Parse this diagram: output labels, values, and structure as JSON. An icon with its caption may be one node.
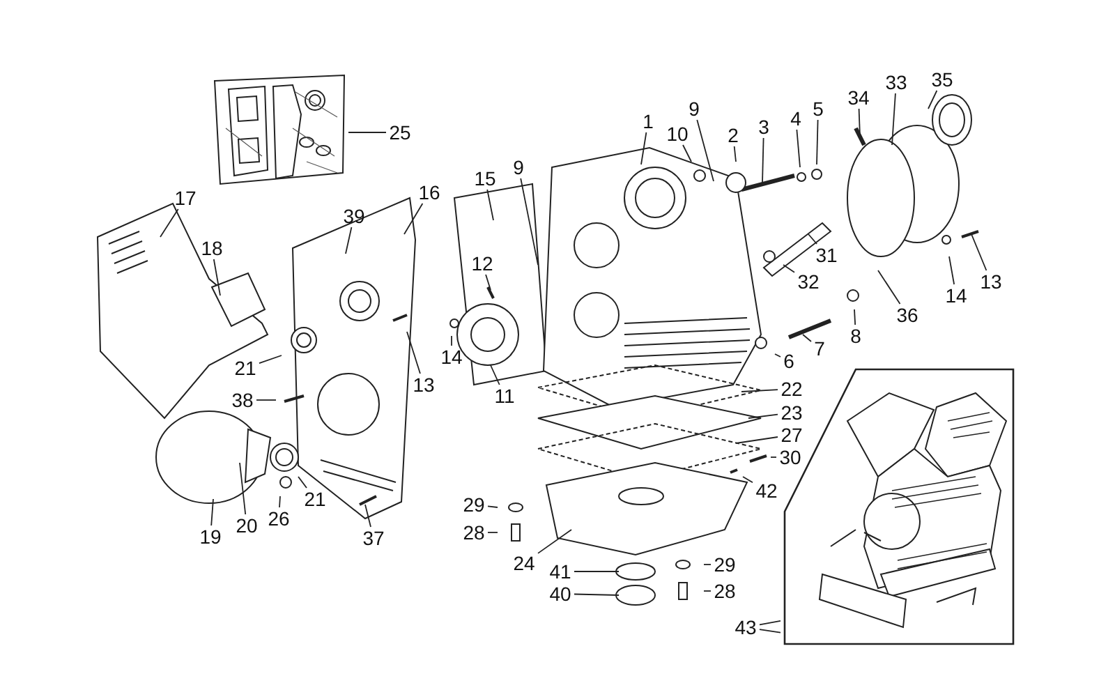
{
  "diagram": {
    "nodes": [
      {
        "text": [],
        "shape": "picture"
      },
      {
        "text": [
          "25"
        ]
      },
      {
        "text": [
          "1"
        ]
      },
      {
        "text": [
          "9"
        ]
      },
      {
        "text": [
          "10"
        ]
      },
      {
        "text": [
          "2"
        ]
      },
      {
        "text": [
          "3"
        ]
      },
      {
        "text": [
          "4"
        ]
      },
      {
        "text": [
          "5"
        ]
      },
      {
        "text": [
          "34"
        ]
      },
      {
        "text": [
          "33"
        ]
      },
      {
        "text": [
          "35"
        ]
      },
      {
        "text": [
          "17"
        ]
      },
      {
        "text": [
          "15"
        ]
      },
      {
        "text": [
          "16"
        ]
      },
      {
        "text": [
          "9"
        ]
      },
      {
        "text": [
          "39"
        ]
      },
      {
        "text": [
          "18"
        ]
      },
      {
        "text": [
          "12"
        ]
      },
      {
        "text": [
          "31"
        ]
      },
      {
        "text": [
          "32"
        ]
      },
      {
        "text": [
          "14"
        ]
      },
      {
        "text": [
          "13"
        ]
      },
      {
        "text": [
          "36"
        ]
      },
      {
        "text": [
          "8"
        ]
      },
      {
        "text": [
          "7"
        ]
      },
      {
        "text": [
          "6"
        ]
      },
      {
        "text": [
          "13"
        ]
      },
      {
        "text": [
          "14"
        ]
      },
      {
        "text": [
          "21"
        ]
      },
      {
        "text": [
          "11"
        ]
      },
      {
        "text": [
          "22"
        ]
      },
      {
        "text": [
          "38"
        ]
      },
      {
        "text": [
          "23"
        ]
      },
      {
        "text": [
          "27"
        ]
      },
      {
        "text": [
          "30"
        ]
      },
      {
        "text": [
          "42"
        ]
      },
      {
        "text": [
          "21"
        ]
      },
      {
        "text": [
          "29"
        ]
      },
      {
        "text": [
          "26"
        ]
      },
      {
        "text": [
          "20"
        ]
      },
      {
        "text": [
          "28"
        ]
      },
      {
        "text": [
          "19"
        ]
      },
      {
        "text": [
          "37"
        ]
      },
      {
        "text": [
          "24"
        ]
      },
      {
        "text": [
          "29"
        ]
      },
      {
        "text": [
          "41"
        ]
      },
      {
        "text": [
          "28"
        ]
      },
      {
        "text": [
          "40"
        ]
      },
      {
        "text": [
          "43"
        ]
      },
      {
        "text": [],
        "shape": "picture"
      }
    ],
    "edges": [
      {
        "from": 1,
        "to": 0,
        "arrow": "none"
      },
      {
        "from": 2,
        "to": null,
        "arrow": "none"
      },
      {
        "from": 3,
        "to": null,
        "arrow": "none"
      },
      {
        "from": 4,
        "to": null,
        "arrow": "none"
      },
      {
        "from": 5,
        "to": null,
        "arrow": "none"
      },
      {
        "from": 6,
        "to": null,
        "arrow": "none"
      },
      {
        "from": 7,
        "to": null,
        "arrow": "none"
      },
      {
        "from": 8,
        "to": null,
        "arrow": "none"
      },
      {
        "from": 9,
        "to": null,
        "arrow": "none"
      },
      {
        "from": 10,
        "to": null,
        "arrow": "none"
      },
      {
        "from": 11,
        "to": null,
        "arrow": "none"
      },
      {
        "from": 12,
        "to": null,
        "arrow": "none"
      },
      {
        "from": 13,
        "to": null,
        "arrow": "none"
      },
      {
        "from": 14,
        "to": null,
        "arrow": "none"
      },
      {
        "from": 15,
        "to": null,
        "arrow": "none"
      },
      {
        "from": 16,
        "to": null,
        "arrow": "none"
      },
      {
        "from": 17,
        "to": null,
        "arrow": "none"
      },
      {
        "from": 18,
        "to": null,
        "arrow": "none"
      },
      {
        "from": 19,
        "to": null,
        "arrow": "none"
      },
      {
        "from": 20,
        "to": null,
        "arrow": "none"
      },
      {
        "from": 21,
        "to": null,
        "arrow": "none"
      },
      {
        "from": 22,
        "to": null,
        "arrow": "none"
      },
      {
        "from": 23,
        "to": null,
        "arrow": "none"
      },
      {
        "from": 24,
        "to": null,
        "arrow": "none"
      },
      {
        "from": 25,
        "to": null,
        "arrow": "none"
      },
      {
        "from": 26,
        "to": null,
        "arrow": "none"
      },
      {
        "from": 27,
        "to": null,
        "arrow": "none"
      },
      {
        "from": 28,
        "to": null,
        "arrow": "none"
      },
      {
        "from": 29,
        "to": null,
        "arrow": "none"
      },
      {
        "from": 30,
        "to": null,
        "arrow": "none"
      },
      {
        "from": 31,
        "to": null,
        "arrow": "none"
      },
      {
        "from": 32,
        "to": null,
        "arrow": "none"
      },
      {
        "from": 33,
        "to": null,
        "arrow": "none"
      },
      {
        "from": 34,
        "to": null,
        "arrow": "none"
      },
      {
        "from": 35,
        "to": null,
        "arrow": "none"
      },
      {
        "from": 36,
        "to": null,
        "arrow": "none"
      },
      {
        "from": 37,
        "to": null,
        "arrow": "none"
      },
      {
        "from": 38,
        "to": null,
        "arrow": "none"
      },
      {
        "from": 39,
        "to": null,
        "arrow": "none"
      },
      {
        "from": 40,
        "to": null,
        "arrow": "none"
      },
      {
        "from": 41,
        "to": null,
        "arrow": "none"
      },
      {
        "from": 42,
        "to": null,
        "arrow": "none"
      },
      {
        "from": 43,
        "to": null,
        "arrow": "none"
      },
      {
        "from": 44,
        "to": null,
        "arrow": "none"
      },
      {
        "from": 45,
        "to": null,
        "arrow": "none"
      },
      {
        "from": 46,
        "to": null,
        "arrow": "none"
      },
      {
        "from": 47,
        "to": null,
        "arrow": "none"
      },
      {
        "from": 48,
        "to": null,
        "arrow": "none"
      },
      {
        "from": 49,
        "to": 50,
        "arrow": "none"
      }
    ]
  }
}
